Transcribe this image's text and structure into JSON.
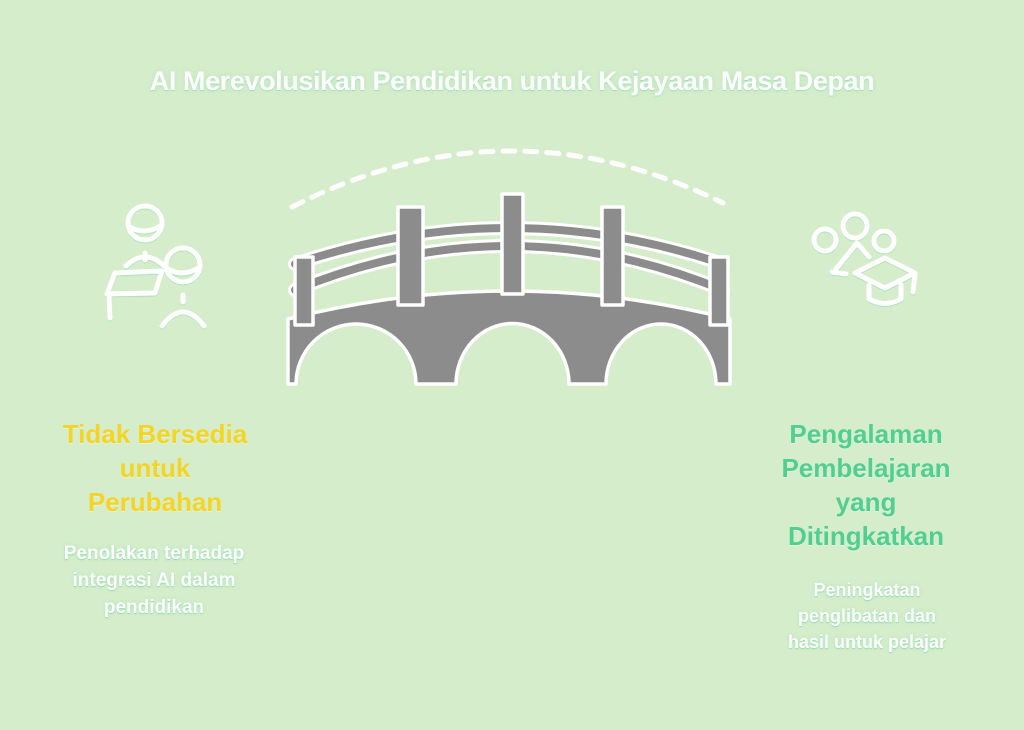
{
  "title": "AI Merevolusikan Pendidikan untuk Kejayaan Masa Depan",
  "colors": {
    "background": "#d5edcb",
    "bridge_gray": "#8c8c8c",
    "left_heading": "#f4d424",
    "right_heading": "#50cf90",
    "body_text": "#ffffff"
  },
  "center": {
    "bridge_icon": "bridge-icon",
    "arc_icon": "dashed-arc"
  },
  "left_panel": {
    "icon": "teacher-and-student-icon",
    "heading": "Tidak Bersedia\nuntuk\nPerubahan",
    "description": "Penolakan terhadap\nintegrasi AI dalam\npendidikan"
  },
  "right_panel": {
    "icon": "graduation-achievement-icon",
    "heading": "Pengalaman\nPembelajaran\nyang\nDitingkatkan",
    "description": "Peningkatan\npenglibatan dan\nhasil untuk pelajar"
  }
}
